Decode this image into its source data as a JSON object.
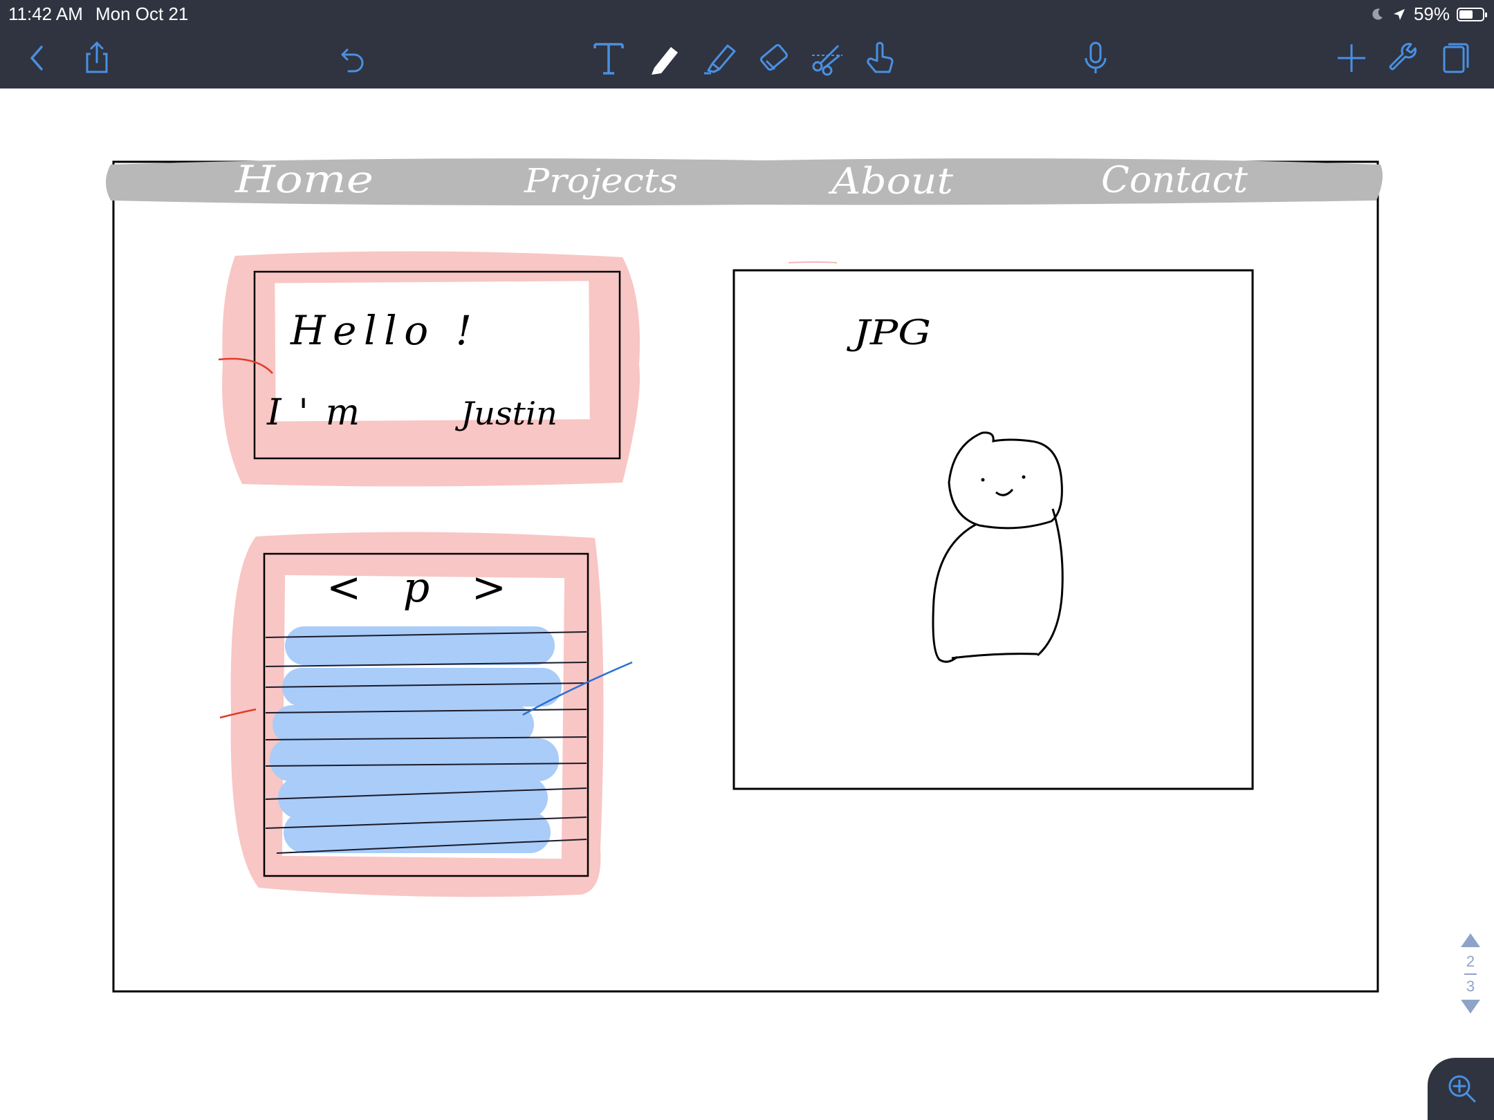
{
  "status": {
    "time": "11:42 AM",
    "date": "Mon Oct 21",
    "battery": "59%",
    "battery_level": 0.59
  },
  "toolbar": {
    "accent": "#4a90e2",
    "left": [
      "back-icon",
      "share-icon",
      "undo-icon"
    ],
    "center": [
      "text-tool-icon",
      "pen-icon",
      "highlighter-icon",
      "eraser-icon",
      "lasso-scissors-icon",
      "hand-pointer-icon"
    ],
    "right": [
      "microphone-icon",
      "add-page-icon",
      "wrench-icon",
      "pages-icon"
    ]
  },
  "sketch": {
    "nav": {
      "home": "Home",
      "projects": "Projects",
      "about": "About",
      "contact": "Contact"
    },
    "greeting": {
      "hello": "Hello !",
      "im": "I'm",
      "name": "Justin"
    },
    "paragraph_tag": "< p >",
    "image_label": "JPG",
    "colors": {
      "nav_fill": "#b8b8b8",
      "red_highlight": "#f8c6c4",
      "blue_highlight": "#a9ccf8",
      "ink": "#000000",
      "blue_ink": "#2a6fd6",
      "red_ink": "#e23b2b"
    }
  },
  "page_nav": {
    "current": "2",
    "total": "3"
  }
}
